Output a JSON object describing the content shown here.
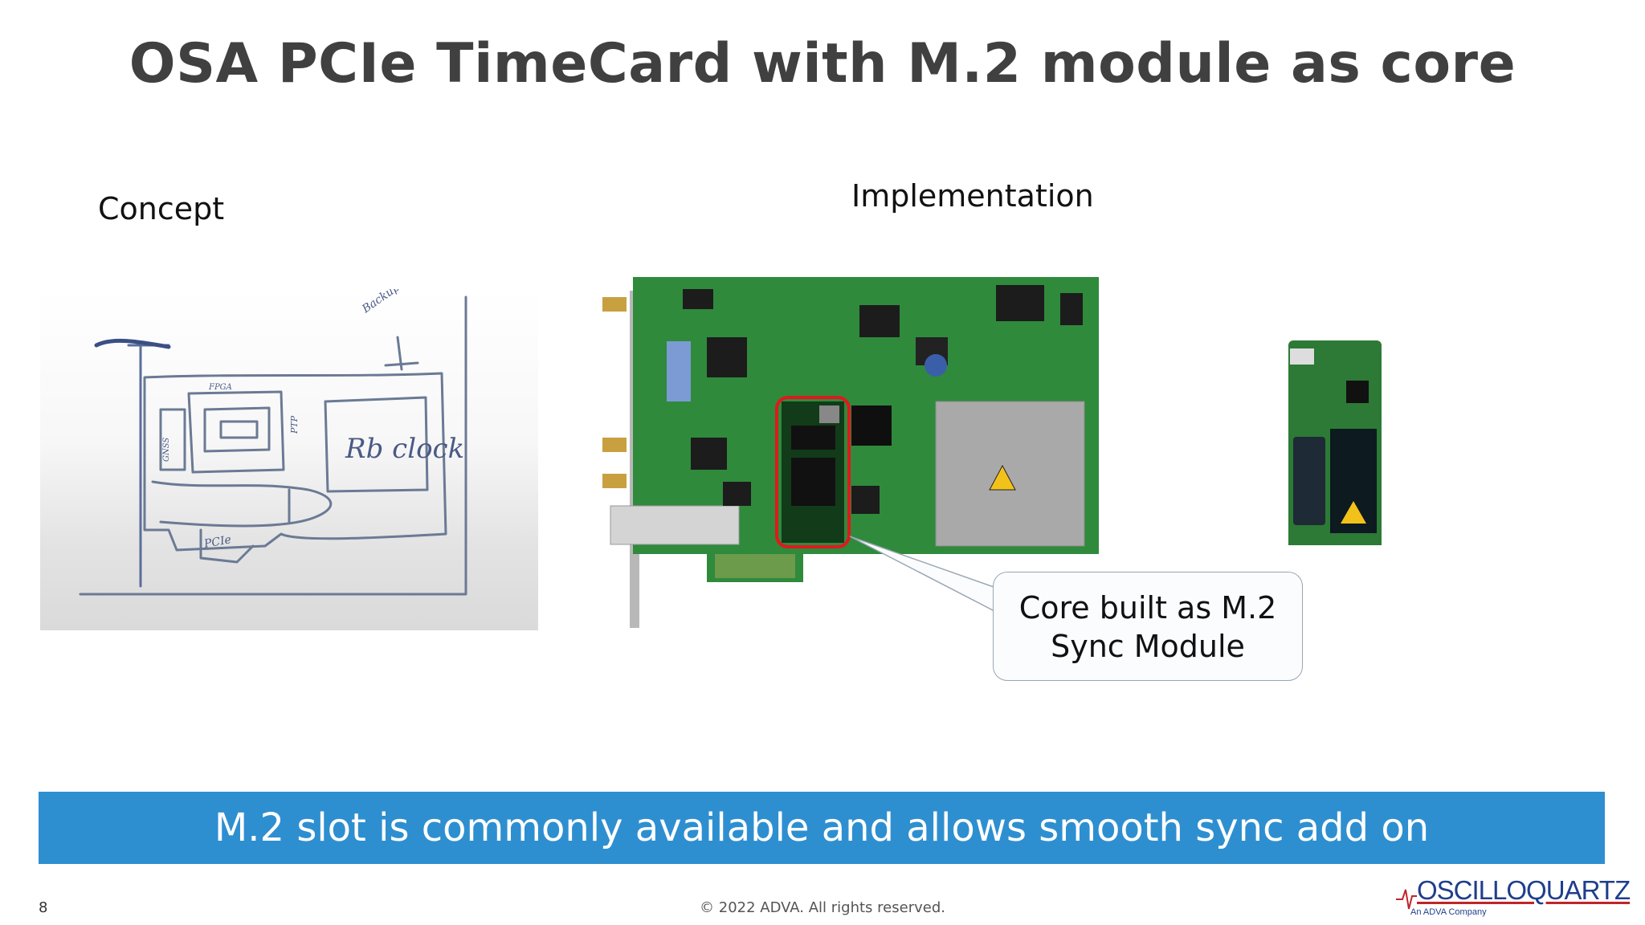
{
  "slide": {
    "title": "OSA PCIe TimeCard with M.2 module as core",
    "concept_label": "Concept",
    "implementation_label": "Implementation",
    "callout_line1": "Core built as M.2",
    "callout_line2": "Sync Module",
    "banner": "M.2 slot is commonly available and allows smooth sync add on",
    "page_number": "8",
    "copyright": "© 2022 ADVA. All rights reserved."
  },
  "sketch_text": {
    "backup_power": "Backup power",
    "rb_clock": "Rb clock",
    "fpga": "FPGA",
    "pcie": "PCIe",
    "ptp": "PTP",
    "gnss": "GNSS"
  },
  "logo": {
    "name": "OSCILLOQUARTZ",
    "tagline": "An ADVA Company"
  },
  "colors": {
    "banner": "#2e8fd0",
    "pcb_green": "#2f8a3c",
    "highlight": "#e0191e",
    "logo_blue": "#1f3e8c",
    "logo_red": "#c0252a"
  }
}
